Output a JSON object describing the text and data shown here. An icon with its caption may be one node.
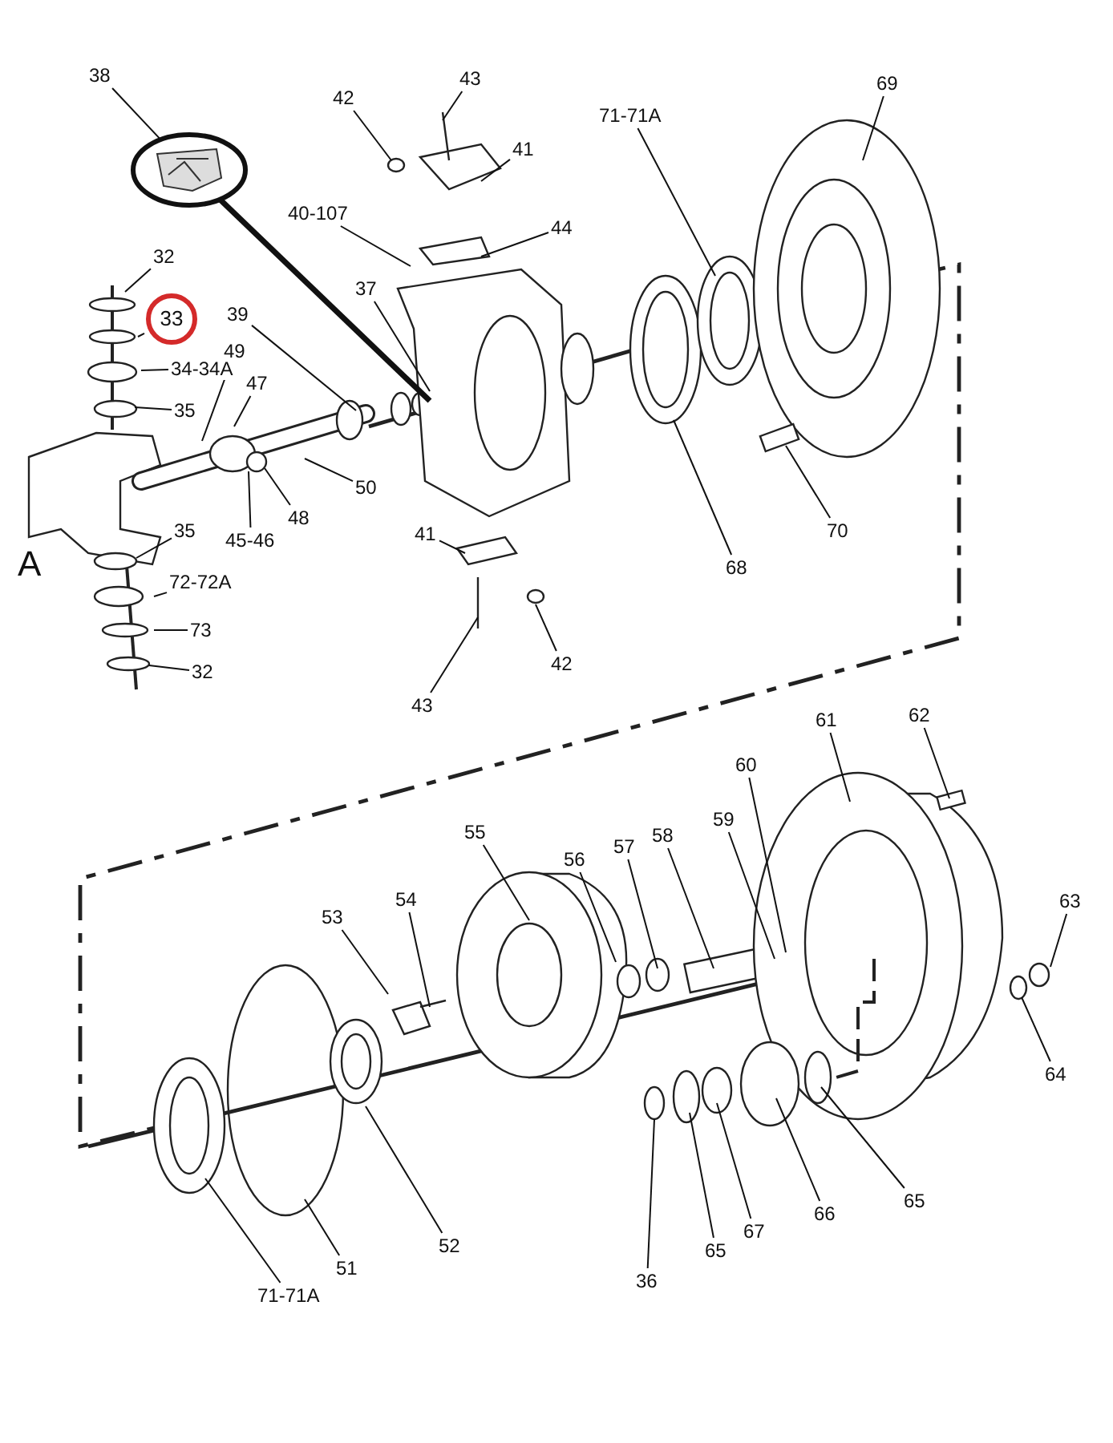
{
  "diagram": {
    "nodes": [
      {
        "text": [
          "38"
        ]
      },
      {
        "text": [],
        "shape": "picture"
      },
      {
        "text": [
          "43"
        ]
      },
      {
        "text": [
          "42"
        ]
      },
      {
        "text": [
          "41"
        ]
      },
      {
        "text": [
          "44"
        ]
      },
      {
        "text": [
          "40-107"
        ]
      },
      {
        "text": [
          "71-71A"
        ]
      },
      {
        "text": [
          "69"
        ]
      },
      {
        "text": [
          "32"
        ]
      },
      {
        "text": [
          "33"
        ]
      },
      {
        "text": [
          "37"
        ]
      },
      {
        "text": [
          "39"
        ]
      },
      {
        "text": [
          "49"
        ]
      },
      {
        "text": [
          "47"
        ]
      },
      {
        "text": [
          "34-34A"
        ]
      },
      {
        "text": [
          "35"
        ]
      },
      {
        "text": [
          "50"
        ]
      },
      {
        "text": [
          "48"
        ]
      },
      {
        "text": [
          "45-46"
        ]
      },
      {
        "text": [
          "35"
        ]
      },
      {
        "text": [
          "41"
        ]
      },
      {
        "text": [
          "72-72A"
        ]
      },
      {
        "text": [
          "73"
        ]
      },
      {
        "text": [
          "32"
        ]
      },
      {
        "text": [
          "42"
        ]
      },
      {
        "text": [
          "43"
        ]
      },
      {
        "text": [
          "68"
        ]
      },
      {
        "text": [
          "70"
        ]
      },
      {
        "text": [
          "61"
        ]
      },
      {
        "text": [
          "62"
        ]
      },
      {
        "text": [
          "60"
        ]
      },
      {
        "text": [
          "59"
        ]
      },
      {
        "text": [
          "58"
        ]
      },
      {
        "text": [
          "57"
        ]
      },
      {
        "text": [
          "56"
        ]
      },
      {
        "text": [
          "55"
        ]
      },
      {
        "text": [
          "54"
        ]
      },
      {
        "text": [
          "53"
        ]
      },
      {
        "text": [
          "63"
        ]
      },
      {
        "text": [
          "64"
        ]
      },
      {
        "text": [
          "36"
        ]
      },
      {
        "text": [
          "65"
        ]
      },
      {
        "text": [
          "67"
        ]
      },
      {
        "text": [
          "66"
        ]
      },
      {
        "text": [
          "65"
        ]
      },
      {
        "text": [
          "52"
        ]
      },
      {
        "text": [
          "51"
        ]
      },
      {
        "text": [
          "71-71A"
        ]
      }
    ],
    "edges": [
      {
        "from": 0,
        "to": 1,
        "arrow": "none"
      },
      {
        "from": 1,
        "to": null,
        "arrow": "none",
        "style": "thick"
      },
      {
        "from": 2,
        "to": null,
        "arrow": "none"
      },
      {
        "from": 3,
        "to": null,
        "arrow": "none"
      },
      {
        "from": 4,
        "to": null,
        "arrow": "none"
      },
      {
        "from": 5,
        "to": null,
        "arrow": "none"
      },
      {
        "from": 6,
        "to": null,
        "arrow": "none"
      },
      {
        "from": 7,
        "to": null,
        "arrow": "none"
      },
      {
        "from": 8,
        "to": null,
        "arrow": "none"
      },
      {
        "from": 9,
        "to": null,
        "arrow": "none"
      },
      {
        "from": 10,
        "to": null,
        "arrow": "none"
      },
      {
        "from": 11,
        "to": null,
        "arrow": "none"
      },
      {
        "from": 12,
        "to": null,
        "arrow": "none"
      },
      {
        "from": 13,
        "to": null,
        "arrow": "none"
      },
      {
        "from": 14,
        "to": null,
        "arrow": "none"
      },
      {
        "from": 15,
        "to": null,
        "arrow": "none"
      },
      {
        "from": 16,
        "to": null,
        "arrow": "none"
      },
      {
        "from": 17,
        "to": null,
        "arrow": "none"
      },
      {
        "from": 18,
        "to": null,
        "arrow": "none"
      },
      {
        "from": 19,
        "to": null,
        "arrow": "none"
      },
      {
        "from": 20,
        "to": null,
        "arrow": "none"
      },
      {
        "from": 21,
        "to": null,
        "arrow": "none"
      },
      {
        "from": 22,
        "to": null,
        "arrow": "none"
      },
      {
        "from": 23,
        "to": null,
        "arrow": "none"
      },
      {
        "from": 24,
        "to": null,
        "arrow": "none"
      },
      {
        "from": 25,
        "to": null,
        "arrow": "none"
      },
      {
        "from": 26,
        "to": null,
        "arrow": "none"
      },
      {
        "from": 27,
        "to": null,
        "arrow": "none"
      },
      {
        "from": 28,
        "to": null,
        "arrow": "none"
      },
      {
        "from": 29,
        "to": null,
        "arrow": "none"
      },
      {
        "from": 30,
        "to": null,
        "arrow": "none"
      },
      {
        "from": 31,
        "to": null,
        "arrow": "none"
      },
      {
        "from": 32,
        "to": null,
        "arrow": "none"
      },
      {
        "from": 33,
        "to": null,
        "arrow": "none"
      },
      {
        "from": 34,
        "to": null,
        "arrow": "none"
      },
      {
        "from": 35,
        "to": null,
        "arrow": "none"
      },
      {
        "from": 36,
        "to": null,
        "arrow": "none"
      },
      {
        "from": 37,
        "to": null,
        "arrow": "none"
      },
      {
        "from": 38,
        "to": null,
        "arrow": "none"
      },
      {
        "from": 39,
        "to": null,
        "arrow": "none"
      },
      {
        "from": 40,
        "to": null,
        "arrow": "none"
      },
      {
        "from": 41,
        "to": null,
        "arrow": "none"
      },
      {
        "from": 42,
        "to": null,
        "arrow": "none"
      },
      {
        "from": 43,
        "to": null,
        "arrow": "none"
      },
      {
        "from": 44,
        "to": null,
        "arrow": "none"
      },
      {
        "from": 45,
        "to": null,
        "arrow": "none"
      },
      {
        "from": 46,
        "to": null,
        "arrow": "none"
      },
      {
        "from": 47,
        "to": null,
        "arrow": "none"
      },
      {
        "from": 48,
        "to": null,
        "arrow": "none"
      }
    ],
    "labels": [
      "A"
    ]
  }
}
